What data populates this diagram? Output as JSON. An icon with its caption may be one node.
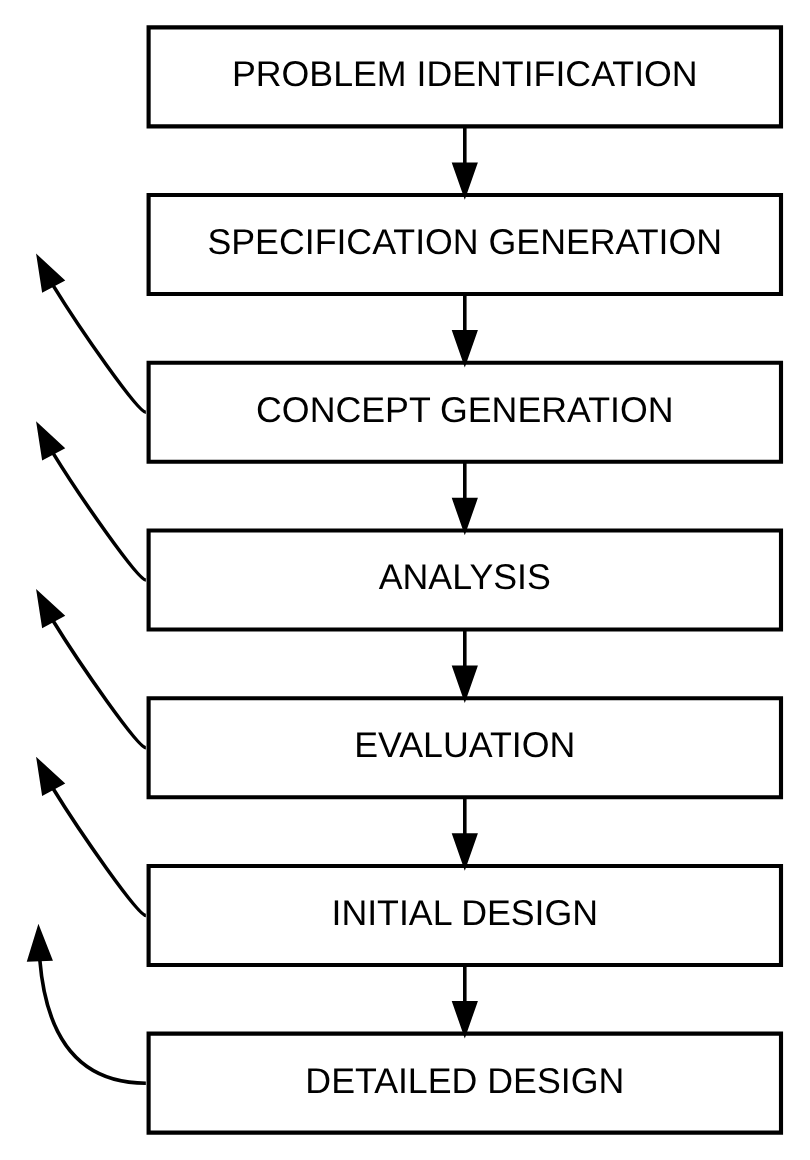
{
  "diagram": {
    "nodes": [
      {
        "text": [
          "PROBLEM IDENTIFICATION"
        ]
      },
      {
        "text": [
          "SPECIFICATION GENERATION"
        ]
      },
      {
        "text": [
          "CONCEPT GENERATION"
        ]
      },
      {
        "text": [
          "ANALYSIS"
        ]
      },
      {
        "text": [
          "EVALUATION"
        ]
      },
      {
        "text": [
          "INITIAL DESIGN"
        ]
      },
      {
        "text": [
          "DETAILED DESIGN"
        ]
      }
    ],
    "edges": [
      {
        "from": 0,
        "to": 1,
        "arrow": "to"
      },
      {
        "from": 1,
        "to": 2,
        "arrow": "to"
      },
      {
        "from": 2,
        "to": 3,
        "arrow": "to"
      },
      {
        "from": 3,
        "to": 4,
        "arrow": "to"
      },
      {
        "from": 4,
        "to": 5,
        "arrow": "to"
      },
      {
        "from": 5,
        "to": 6,
        "arrow": "to"
      },
      {
        "from": 2,
        "to": null,
        "arrow": "to"
      },
      {
        "from": 3,
        "to": null,
        "arrow": "to"
      },
      {
        "from": 4,
        "to": null,
        "arrow": "to"
      },
      {
        "from": 5,
        "to": null,
        "arrow": "to"
      },
      {
        "from": 6,
        "to": null,
        "arrow": "to"
      }
    ]
  }
}
